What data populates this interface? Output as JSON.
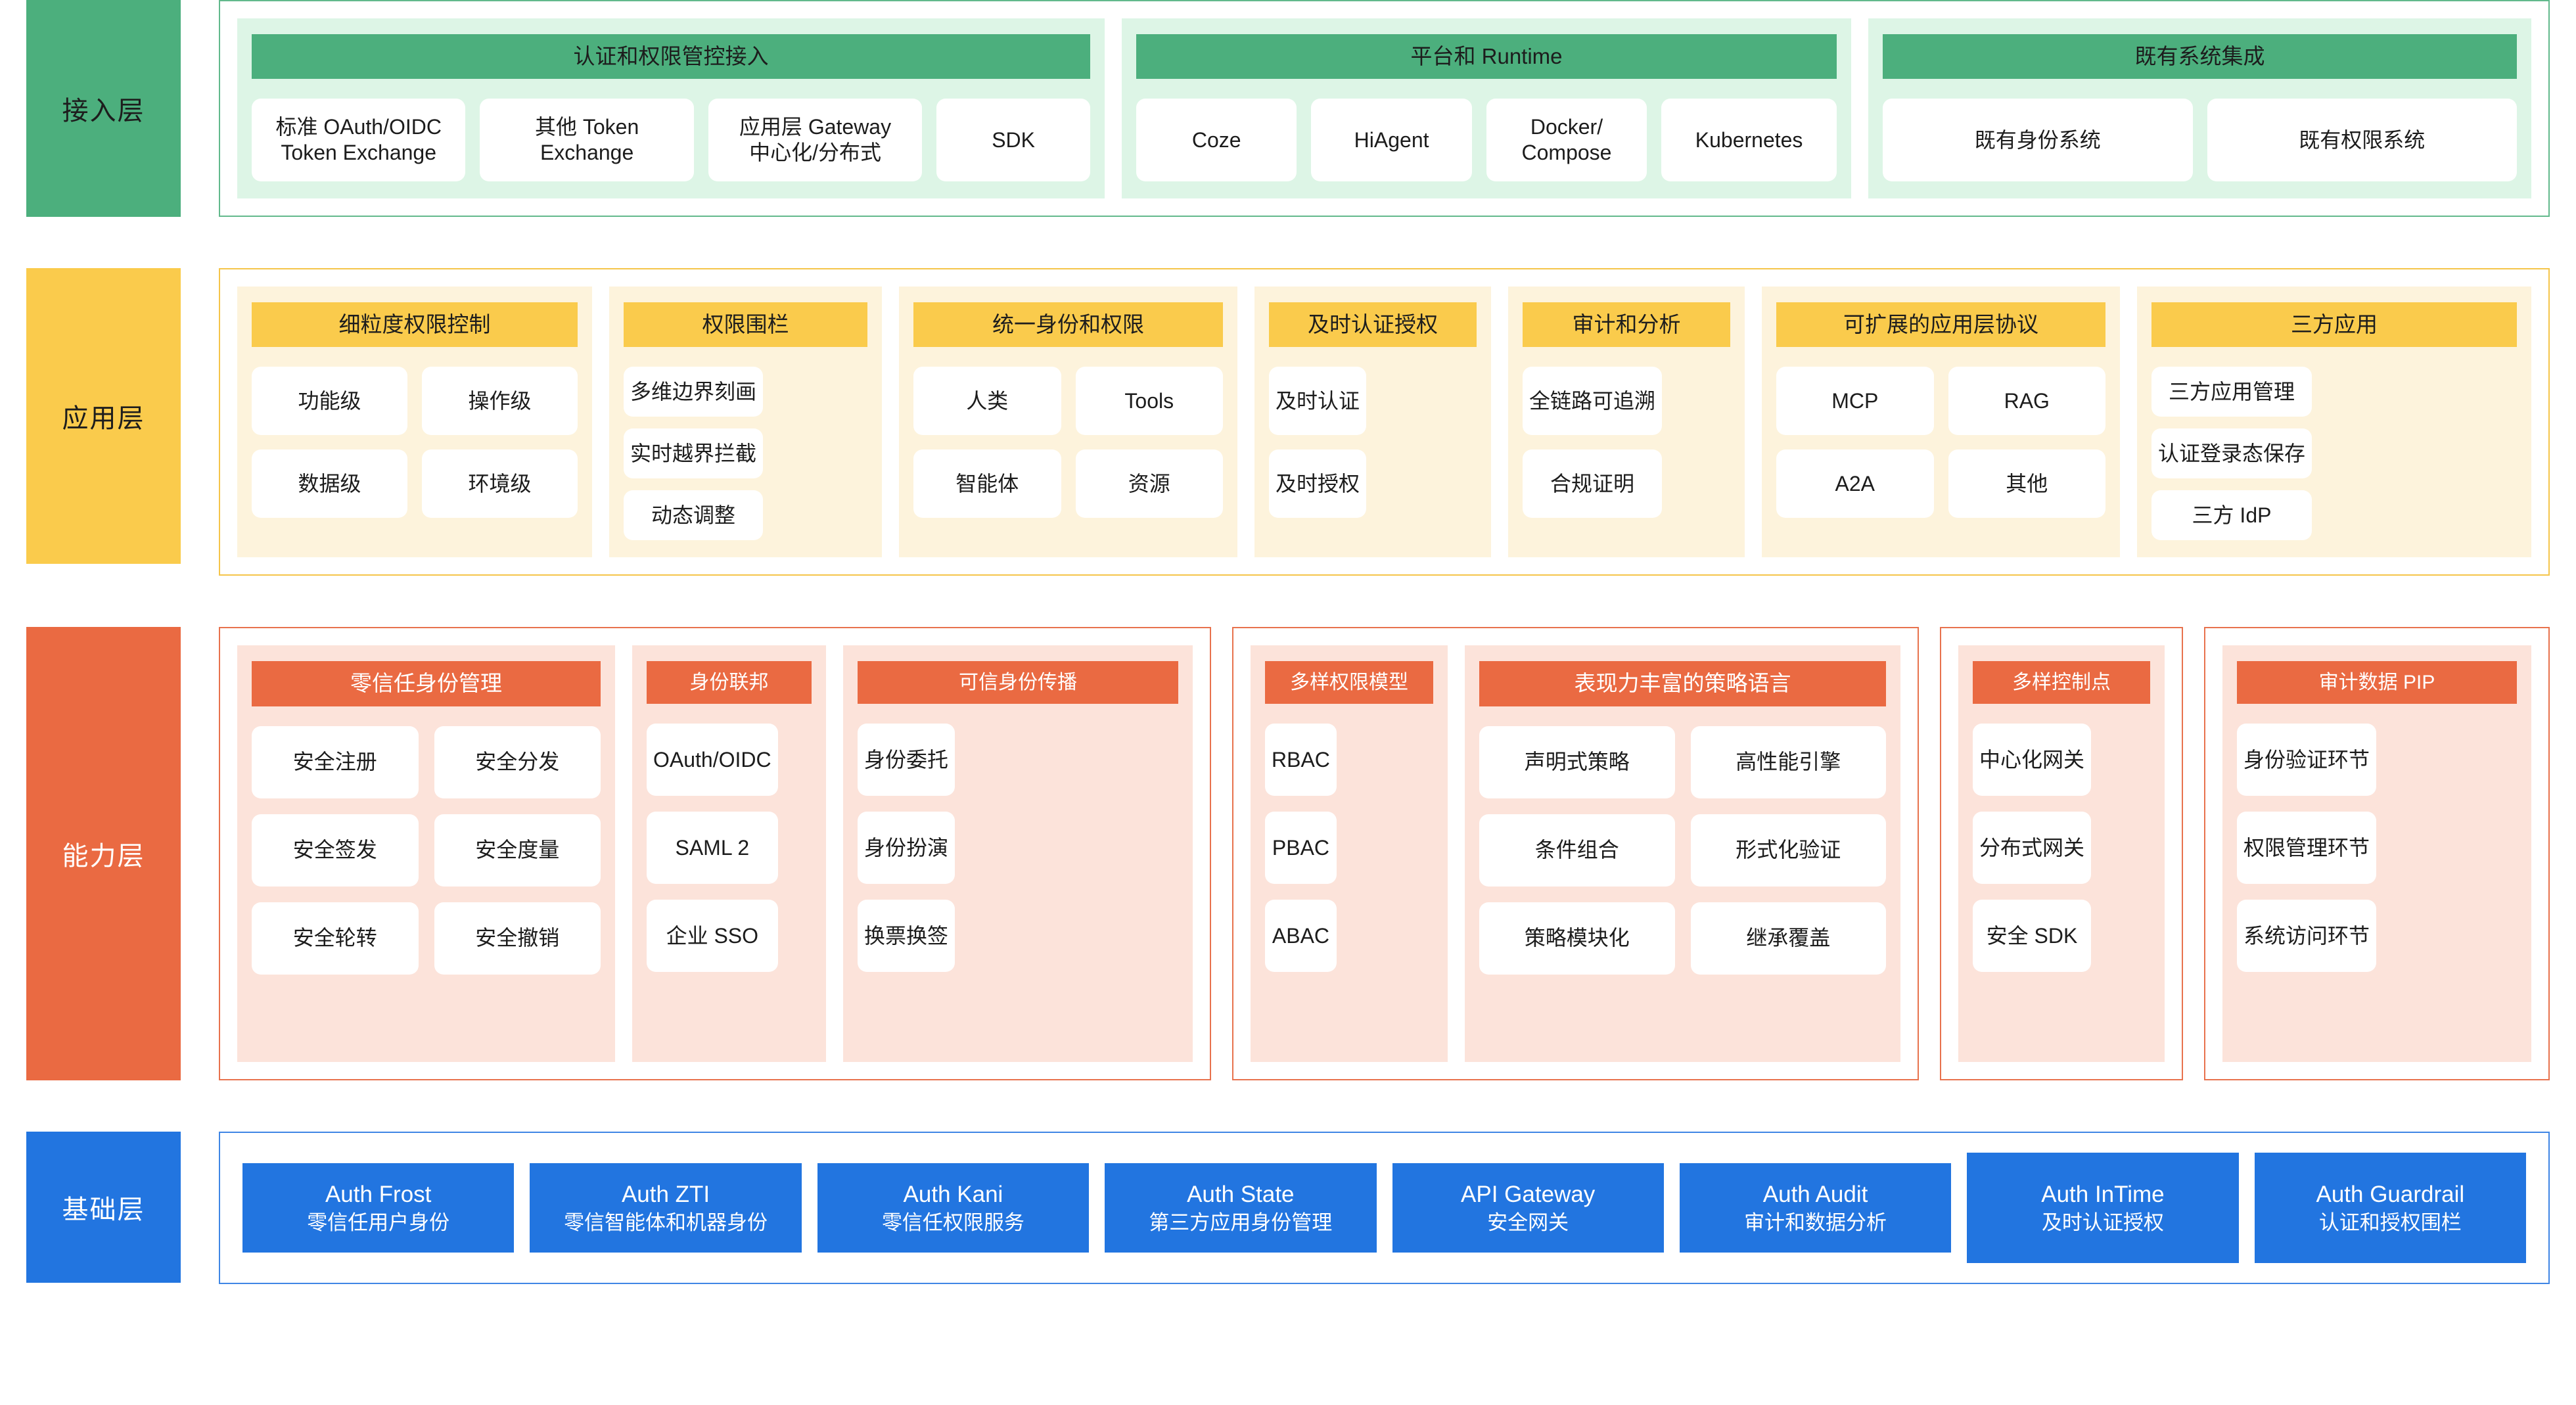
{
  "colors": {
    "access": "#4CAF7D",
    "access_tint": "#ddf5e6",
    "application": "#FACB4C",
    "application_tint": "#fdf3dc",
    "capability": "#EA6A42",
    "capability_tint": "#fce3da",
    "foundation": "#2275E0"
  },
  "layers": [
    {
      "id": "access",
      "badge": "接入层",
      "groups": [
        {
          "panels": [
            {
              "title": "认证和权限管控接入",
              "cells": [
                "标准 OAuth/OIDC\nToken Exchange",
                "其他 Token\nExchange",
                "应用层 Gateway\n中心化/分布式",
                "SDK"
              ]
            }
          ]
        },
        {
          "panels": [
            {
              "title": "平台和 Runtime",
              "cells": [
                "Coze",
                "HiAgent",
                "Docker/\nCompose",
                "Kubernetes"
              ]
            }
          ]
        },
        {
          "panels": [
            {
              "title": "既有系统集成",
              "cells": [
                "既有身份系统",
                "既有权限系统"
              ]
            }
          ]
        }
      ]
    },
    {
      "id": "application",
      "badge": "应用层",
      "groups": [
        {
          "panels": [
            {
              "title": "细粒度权限控制",
              "cells": [
                "功能级",
                "操作级",
                "数据级",
                "环境级"
              ]
            },
            {
              "title": "权限围栏",
              "cells": [
                "多维边界刻画",
                "实时越界拦截",
                "动态调整"
              ]
            },
            {
              "title": "统一身份和权限",
              "cells": [
                "人类",
                "Tools",
                "智能体",
                "资源"
              ]
            },
            {
              "title": "及时认证授权",
              "cells": [
                "及时认证",
                "及时授权"
              ]
            },
            {
              "title": "审计和分析",
              "cells": [
                "全链路可追溯",
                "合规证明"
              ]
            },
            {
              "title": "可扩展的应用层协议",
              "cells": [
                "MCP",
                "RAG",
                "A2A",
                "其他"
              ]
            },
            {
              "title": "三方应用",
              "cells": [
                "三方应用管理",
                "认证登录态保存",
                "三方 IdP"
              ]
            }
          ]
        }
      ]
    },
    {
      "id": "capability",
      "badge": "能力层",
      "groups": [
        {
          "panels": [
            {
              "title": "零信任身份管理",
              "cells": [
                "安全注册",
                "安全分发",
                "安全签发",
                "安全度量",
                "安全轮转",
                "安全撤销"
              ]
            },
            {
              "title": "身份联邦",
              "cells": [
                "OAuth/OIDC",
                "SAML 2",
                "企业 SSO"
              ]
            },
            {
              "title": "可信身份传播",
              "cells": [
                "身份委托",
                "身份扮演",
                "换票换签"
              ]
            }
          ]
        },
        {
          "panels": [
            {
              "title": "多样权限模型",
              "cells": [
                "RBAC",
                "PBAC",
                "ABAC"
              ]
            },
            {
              "title": "表现力丰富的策略语言",
              "cells": [
                "声明式策略",
                "高性能引擎",
                "条件组合",
                "形式化验证",
                "策略模块化",
                "继承覆盖"
              ]
            }
          ]
        },
        {
          "panels": [
            {
              "title": "多样控制点",
              "cells": [
                "中心化网关",
                "分布式网关",
                "安全 SDK"
              ]
            }
          ]
        },
        {
          "panels": [
            {
              "title": "审计数据 PIP",
              "cells": [
                "身份验证环节",
                "权限管理环节",
                "系统访问环节"
              ]
            }
          ]
        }
      ]
    },
    {
      "id": "foundation",
      "badge": "基础层",
      "products": [
        {
          "name": "Auth Frost",
          "desc": "零信任用户身份",
          "tall": false
        },
        {
          "name": "Auth ZTI",
          "desc": "零信智能体和机器身份",
          "tall": false
        },
        {
          "name": "Auth Kani",
          "desc": "零信任权限服务",
          "tall": false
        },
        {
          "name": "Auth State",
          "desc": "第三方应用身份管理",
          "tall": false
        },
        {
          "name": "API Gateway",
          "desc": "安全网关",
          "tall": false
        },
        {
          "name": "Auth Audit",
          "desc": "审计和数据分析",
          "tall": false
        },
        {
          "name": "Auth InTime",
          "desc": "及时认证授权",
          "tall": true
        },
        {
          "name": "Auth Guardrail",
          "desc": "认证和授权围栏",
          "tall": true
        }
      ]
    }
  ]
}
